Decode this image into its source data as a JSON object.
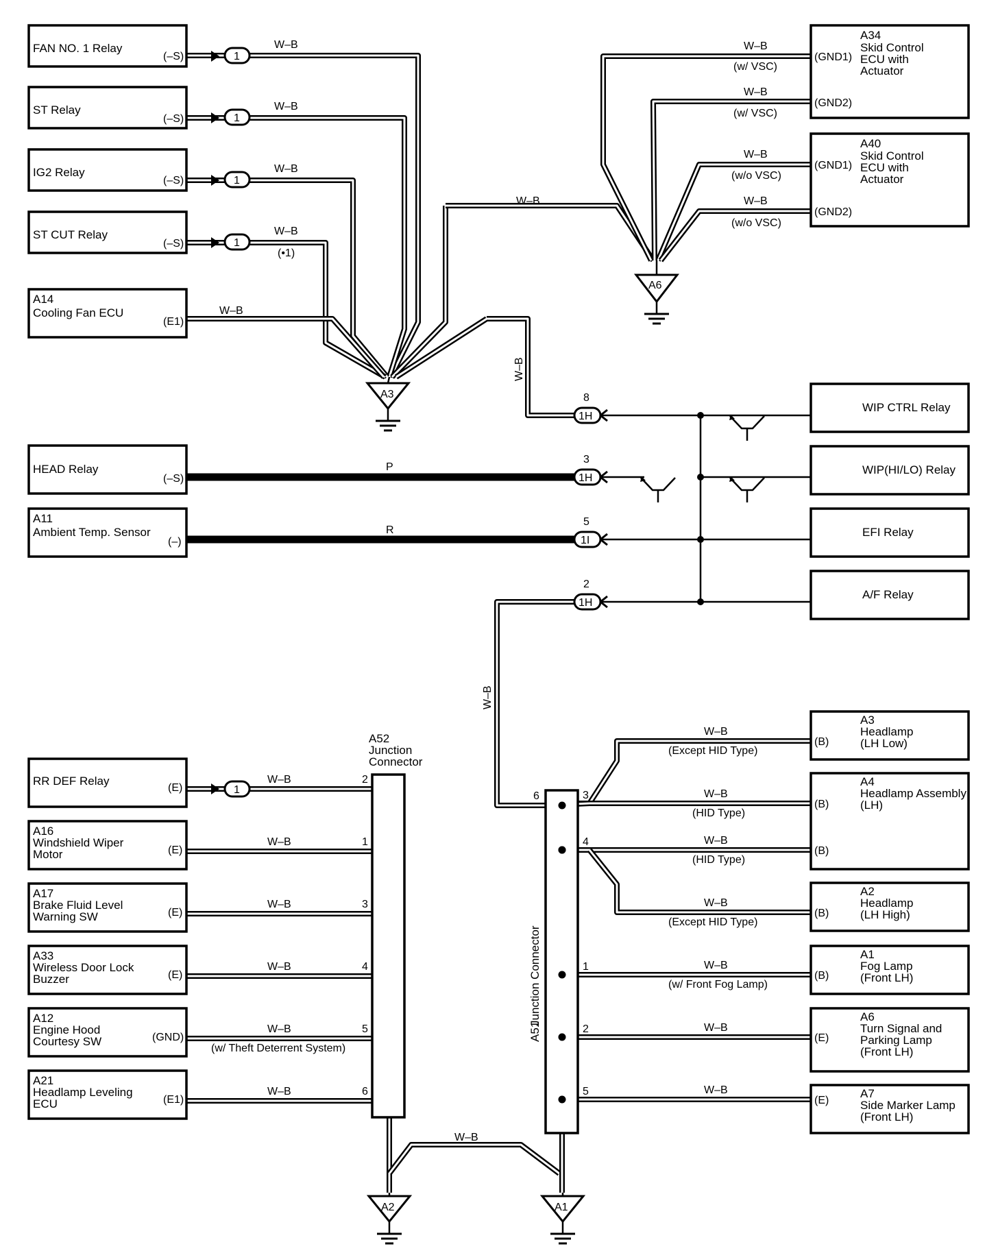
{
  "left_relays": [
    {
      "name": "FAN NO. 1 Relay",
      "pin": "(–S)",
      "conn": "1",
      "wire": "W–B",
      "note": ""
    },
    {
      "name": "ST Relay",
      "pin": "(–S)",
      "conn": "1",
      "wire": "W–B",
      "note": ""
    },
    {
      "name": "IG2 Relay",
      "pin": "(–S)",
      "conn": "1",
      "wire": "W–B",
      "note": ""
    },
    {
      "name": "ST CUT Relay",
      "pin": "(–S)",
      "conn": "1",
      "wire": "W–B",
      "note": "(•1)"
    }
  ],
  "cooling_fan": {
    "id": "A14",
    "name": "Cooling Fan ECU",
    "pin": "(E1)",
    "wire": "W–B"
  },
  "ground_a3": {
    "label": "A3",
    "wire": "W–B"
  },
  "ground_a6": "A6",
  "ground_a2": "A2",
  "ground_a1": "A1",
  "a2_a1_wire": "W–B",
  "skid_a34": {
    "id": "A34",
    "name_lines": [
      "Skid Control",
      "ECU with",
      "Actuator"
    ],
    "pins": [
      "(GND1)",
      "(GND2)"
    ],
    "wires": [
      "W–B",
      "W–B"
    ],
    "notes": [
      "(w/ VSC)",
      "(w/ VSC)"
    ]
  },
  "skid_a40": {
    "id": "A40",
    "name_lines": [
      "Skid Control",
      "ECU with",
      "Actuator"
    ],
    "pins": [
      "(GND1)",
      "(GND2)"
    ],
    "wires": [
      "W–B",
      "W–B"
    ],
    "notes": [
      "(w/o VSC)",
      "(w/o VSC)"
    ]
  },
  "a3_to_a6_wire": "W–B",
  "head_relay": {
    "name": "HEAD Relay",
    "pin": "(–S)",
    "wire": "P",
    "pin_no": "3",
    "conn": "1H"
  },
  "ambient": {
    "id": "A11",
    "name": "Ambient Temp.  Sensor",
    "pin": "(–)",
    "wire": "R",
    "pin_no": "5",
    "conn": "1I"
  },
  "a3_to_1h_wire": "W–B",
  "conn_1h_8": {
    "pin_no": "8",
    "conn": "1H"
  },
  "conn_1h_2": {
    "pin_no": "2",
    "conn": "1H",
    "wire": "W–B"
  },
  "right_relays": [
    "WIP CTRL Relay",
    "WIP(HI/LO) Relay",
    "EFI Relay",
    "A/F Relay"
  ],
  "a52": {
    "id": "A52",
    "name_lines": [
      "Junction",
      "Connector"
    ]
  },
  "a51": {
    "id": "A51",
    "name": "Junction Connector",
    "in_pin": "6"
  },
  "left_loads": [
    {
      "id": "",
      "name_lines": [
        "RR DEF Relay"
      ],
      "pin": "(E)",
      "wire": "W–B",
      "pin_no": "2",
      "note": "",
      "conn": "1"
    },
    {
      "id": "A16",
      "name_lines": [
        "Windshield Wiper",
        "Motor"
      ],
      "pin": "(E)",
      "wire": "W–B",
      "pin_no": "1",
      "note": ""
    },
    {
      "id": "A17",
      "name_lines": [
        "Brake Fluid Level",
        "Warning SW"
      ],
      "pin": "(E)",
      "wire": "W–B",
      "pin_no": "3",
      "note": ""
    },
    {
      "id": "A33",
      "name_lines": [
        "Wireless Door Lock",
        "Buzzer"
      ],
      "pin": "(E)",
      "wire": "W–B",
      "pin_no": "4",
      "note": ""
    },
    {
      "id": "A12",
      "name_lines": [
        "Engine Hood",
        "Courtesy SW"
      ],
      "pin": "(GND)",
      "wire": "W–B",
      "pin_no": "5",
      "note": "(w/ Theft Deterrent System)"
    },
    {
      "id": "A21",
      "name_lines": [
        "Headlamp Leveling",
        "ECU"
      ],
      "pin": "(E1)",
      "wire": "W–B",
      "pin_no": "6",
      "note": ""
    }
  ],
  "right_loads": [
    {
      "id": "A3",
      "name_lines": [
        "Headlamp",
        "(LH Low)"
      ],
      "pin": "(B)",
      "wire": "W–B",
      "note": "(Except HID Type)"
    },
    {
      "id": "A4",
      "name_lines": [
        "Headlamp Assembly",
        "(LH)"
      ],
      "pin": "(B)",
      "wire": "W–B",
      "note": "(HID Type)",
      "pin_no": "3"
    },
    {
      "id": "",
      "name_lines": [],
      "pin": "(B)",
      "wire": "W–B",
      "note": "(HID Type)",
      "pin_no": "4"
    },
    {
      "id": "A2",
      "name_lines": [
        "Headlamp",
        "(LH High)"
      ],
      "pin": "(B)",
      "wire": "W–B",
      "note": "(Except HID Type)"
    },
    {
      "id": "A1",
      "name_lines": [
        "Fog Lamp",
        "(Front LH)"
      ],
      "pin": "(B)",
      "wire": "W–B",
      "note": "(w/ Front Fog Lamp)",
      "pin_no": "1"
    },
    {
      "id": "A6",
      "name_lines": [
        "Turn Signal and",
        "Parking Lamp",
        "(Front LH)"
      ],
      "pin": "(E)",
      "wire": "W–B",
      "note": "",
      "pin_no": "2"
    },
    {
      "id": "A7",
      "name_lines": [
        "Side Marker Lamp",
        "(Front LH)"
      ],
      "pin": "(E)",
      "wire": "W–B",
      "note": "",
      "pin_no": "5"
    }
  ]
}
